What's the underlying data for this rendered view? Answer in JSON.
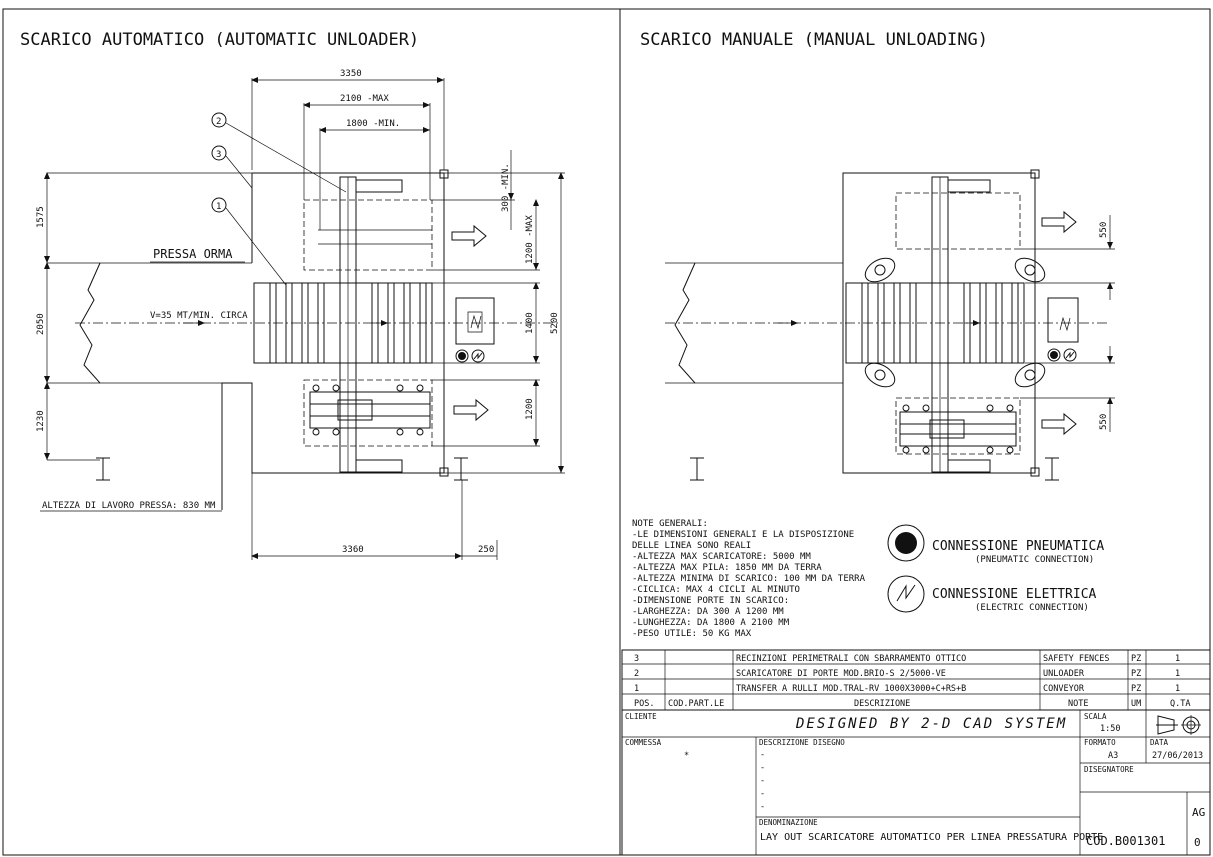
{
  "left_title": "SCARICO AUTOMATICO (AUTOMATIC UNLOADER)",
  "right_title": "SCARICO MANUALE (MANUAL UNLOADING)",
  "left_dims": {
    "d3350": "3350",
    "d2100": "2100 -MAX",
    "d1800": "1800 -MIN.",
    "d1575": "1575",
    "d2050": "2050",
    "d1230": "1230",
    "d300": "300 -MIN.",
    "d1200max": "1200 -MAX",
    "d1400": "1400",
    "d5200": "5200",
    "d1200": "1200",
    "d3360": "3360",
    "d250": "250"
  },
  "left_labels": {
    "pressa": "PRESSA ORMA",
    "speed": "V=35 MT/MIN. CIRCA",
    "altezza": "ALTEZZA DI LAVORO PRESSA: 830 MM",
    "c1": "1",
    "c2": "2",
    "c3": "3"
  },
  "right_dims": {
    "d550a": "550",
    "d550b": "550"
  },
  "notes": [
    "NOTE GENERALI:",
    "-LE DIMENSIONI GENERALI E LA DISPOSIZIONE",
    " DELLE LINEA SONO REALI",
    "-ALTEZZA MAX SCARICATORE: 5000 MM",
    "-ALTEZZA MAX PILA: 1850 MM DA TERRA",
    "-ALTEZZA MINIMA DI SCARICO: 100 MM DA TERRA",
    "-CICLICA: MAX 4 CICLI AL MINUTO",
    "-DIMENSIONE PORTE IN SCARICO:",
    " -LARGHEZZA: DA 300 A 1200 MM",
    " -LUNGHEZZA: DA 1800 A 2100 MM",
    "-PESO UTILE: 50 KG MAX"
  ],
  "legend": {
    "pneu_title": "CONNESSIONE PNEUMATICA",
    "pneu_sub": "(PNEUMATIC CONNECTION)",
    "elec_title": "CONNESSIONE ELETTRICA",
    "elec_sub": "(ELECTRIC CONNECTION)"
  },
  "bom": {
    "rows": [
      {
        "pos": "3",
        "code": "",
        "desc": "RECINZIONI PERIMETRALI CON SBARRAMENTO OTTICO",
        "note": "SAFETY FENCES",
        "um": "PZ",
        "qty": "1"
      },
      {
        "pos": "2",
        "code": "",
        "desc": "SCARICATORE DI PORTE MOD.BRIO-S 2/5000-VE",
        "note": "UNLOADER",
        "um": "PZ",
        "qty": "1"
      },
      {
        "pos": "1",
        "code": "",
        "desc": "TRANSFER A RULLI MOD.TRAL-RV 1000X3000+C+RS+B",
        "note": "CONVEYOR",
        "um": "PZ",
        "qty": "1"
      }
    ],
    "header": {
      "pos": "POS.",
      "code": "COD.PART.LE",
      "desc": "DESCRIZIONE",
      "note": "NOTE",
      "um": "UM",
      "qty": "Q.TA"
    }
  },
  "titleblock": {
    "cliente_label": "CLIENTE",
    "designed": "DESIGNED BY 2-D CAD SYSTEM",
    "scala_label": "SCALA",
    "scala": "1:50",
    "commessa_label": "COMMESSA",
    "commessa": "*",
    "descr_label": "DESCRIZIONE DISEGNO",
    "descr_lines": [
      "-",
      "-",
      "-",
      "-",
      "-"
    ],
    "formato_label": "FORMATO",
    "formato": "A3",
    "data_label": "DATA",
    "data": "27/06/2013",
    "disegnatore_label": "DISEGNATORE",
    "denominazione_label": "DENOMINAZIONE",
    "denominazione": "LAY OUT SCARICATORE AUTOMATICO PER LINEA PRESSATURA PORTE",
    "cod": "COD.B001301",
    "ag": "AG",
    "rev": "0"
  }
}
